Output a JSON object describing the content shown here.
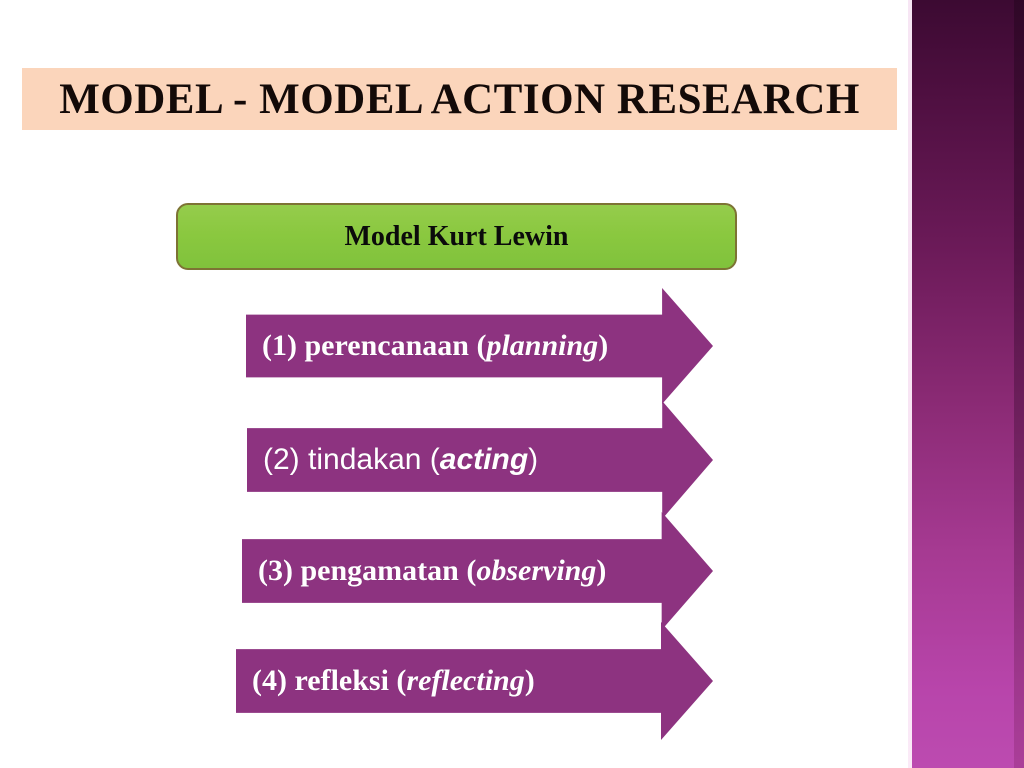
{
  "slide": {
    "background_color": "#ffffff",
    "title": "MODEL - MODEL ACTION RESEARCH",
    "title_band_color": "#fbd5bb",
    "accent_color": "#8d3380",
    "green_box_color": "#8ac83f",
    "green_box_border_color": "#7d7334"
  },
  "header_box": {
    "label": "Model Kurt Lewin"
  },
  "steps": [
    {
      "number": "(1)",
      "term": "perencanaan",
      "open_paren": "(",
      "english": "planning",
      "close_paren": ")",
      "full_text": "(1) perencanaan (planning)",
      "font_style": "serif-bold"
    },
    {
      "number": "(2)",
      "term": "tindakan",
      "open_paren": "(",
      "english": "acting",
      "close_paren": ")",
      "full_text": "(2) tindakan (acting)",
      "font_style": "sans-regular"
    },
    {
      "number": "(3)",
      "term": "pengamatan",
      "open_paren": "(",
      "english": "observing",
      "close_paren": ")",
      "full_text": "(3) pengamatan (observing)",
      "font_style": "serif-bold"
    },
    {
      "number": "(4)",
      "term": "refleksi",
      "open_paren": "(",
      "english": "reflecting",
      "close_paren": ")",
      "full_text": "(4) refleksi (reflecting)",
      "font_style": "serif-bold"
    }
  ],
  "side_bar": {
    "gradient_top_color": "#3c0a32",
    "gradient_bottom_color": "#bc4bb0"
  }
}
